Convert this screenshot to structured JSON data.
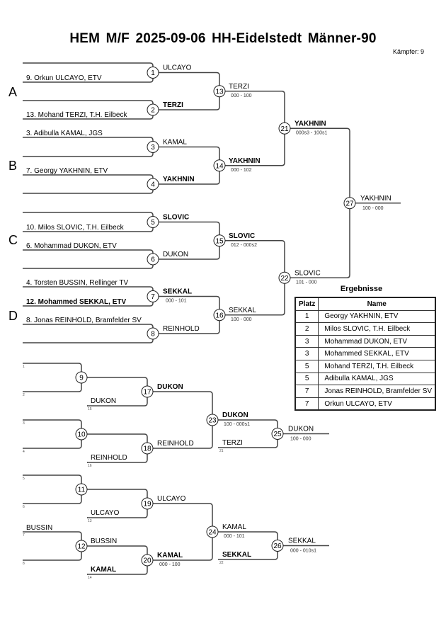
{
  "header": {
    "title": "HEM M/F  2025-09-06  HH-Eidelstedt   Männer-90",
    "fighter_count": "Kämpfer: 9"
  },
  "pools": [
    "A",
    "B",
    "C",
    "D"
  ],
  "main_bracket": {
    "entries": [
      {
        "slot": 1,
        "text": "",
        "bold": false
      },
      {
        "slot": 2,
        "text": "9. Orkun ULCAYO, ETV",
        "bold": false
      },
      {
        "slot": 3,
        "text": "",
        "bold": false
      },
      {
        "slot": 4,
        "text": "13. Mohand TERZI, T.H. Eilbeck",
        "bold": false
      },
      {
        "slot": 5,
        "text": "3. Adibulla KAMAL, JGS",
        "bold": false
      },
      {
        "slot": 6,
        "text": "",
        "bold": false
      },
      {
        "slot": 7,
        "text": "7. Georgy YAKHNIN, ETV",
        "bold": false
      },
      {
        "slot": 8,
        "text": "",
        "bold": false
      },
      {
        "slot": 9,
        "text": "",
        "bold": false
      },
      {
        "slot": 10,
        "text": "10. Milos SLOVIC, T.H. Eilbeck",
        "bold": false
      },
      {
        "slot": 11,
        "text": "6. Mohammad DUKON, ETV",
        "bold": false
      },
      {
        "slot": 12,
        "text": "",
        "bold": false
      },
      {
        "slot": 13,
        "text": "4. Torsten BUSSIN, Rellinger TV",
        "bold": false
      },
      {
        "slot": 14,
        "text": "12. Mohammed SEKKAL, ETV",
        "bold": true
      },
      {
        "slot": 15,
        "text": "8. Jonas REINHOLD, Bramfelder SV",
        "bold": false
      },
      {
        "slot": 16,
        "text": "",
        "bold": false
      }
    ],
    "matches": [
      {
        "no": "1",
        "winner": "ULCAYO",
        "bold": false,
        "score": ""
      },
      {
        "no": "2",
        "winner": "TERZI",
        "bold": true,
        "score": ""
      },
      {
        "no": "3",
        "winner": "KAMAL",
        "bold": false,
        "score": ""
      },
      {
        "no": "4",
        "winner": "YAKHNIN",
        "bold": true,
        "score": ""
      },
      {
        "no": "5",
        "winner": "SLOVIC",
        "bold": true,
        "score": ""
      },
      {
        "no": "6",
        "winner": "DUKON",
        "bold": false,
        "score": ""
      },
      {
        "no": "7",
        "winner": "SEKKAL",
        "bold": true,
        "score": "000 - 101"
      },
      {
        "no": "8",
        "winner": "REINHOLD",
        "bold": false,
        "score": ""
      },
      {
        "no": "13",
        "winner": "TERZI",
        "bold": false,
        "score": "000 - 100"
      },
      {
        "no": "14",
        "winner": "YAKHNIN",
        "bold": true,
        "score": "000 - 102"
      },
      {
        "no": "15",
        "winner": "SLOVIC",
        "bold": true,
        "score": "012 - 000s2"
      },
      {
        "no": "16",
        "winner": "SEKKAL",
        "bold": false,
        "score": "100 - 000"
      },
      {
        "no": "21",
        "winner": "YAKHNIN",
        "bold": true,
        "score": "000s3 - 100s1"
      },
      {
        "no": "22",
        "winner": "SLOVIC",
        "bold": false,
        "score": "101 - 000"
      },
      {
        "no": "27",
        "winner": "YAKHNIN",
        "bold": false,
        "score": "100 - 000"
      }
    ]
  },
  "repechage": {
    "seed_labels": [
      "1",
      "2",
      "3",
      "4",
      "5",
      "6",
      "7",
      "8"
    ],
    "seed_entries": [
      "",
      "",
      "",
      "",
      "",
      "",
      "BUSSIN",
      ""
    ],
    "drop_ins": [
      {
        "ref": "15",
        "name": "DUKON",
        "bold": false
      },
      {
        "ref": "16",
        "name": "REINHOLD",
        "bold": false
      },
      {
        "ref": "13",
        "name": "ULCAYO",
        "bold": false
      },
      {
        "ref": "14",
        "name": "KAMAL",
        "bold": true
      },
      {
        "ref": "21",
        "name": "TERZI",
        "bold": false
      },
      {
        "ref": "22",
        "name": "SEKKAL",
        "bold": true
      }
    ],
    "matches": [
      {
        "no": "9",
        "winner": "",
        "bold": false,
        "score": ""
      },
      {
        "no": "10",
        "winner": "",
        "bold": false,
        "score": ""
      },
      {
        "no": "11",
        "winner": "",
        "bold": false,
        "score": ""
      },
      {
        "no": "12",
        "winner": "BUSSIN",
        "bold": false,
        "score": ""
      },
      {
        "no": "17",
        "winner": "DUKON",
        "bold": true,
        "score": ""
      },
      {
        "no": "18",
        "winner": "REINHOLD",
        "bold": false,
        "score": ""
      },
      {
        "no": "19",
        "winner": "ULCAYO",
        "bold": false,
        "score": ""
      },
      {
        "no": "20",
        "winner": "KAMAL",
        "bold": true,
        "score": "000 - 100"
      },
      {
        "no": "23",
        "winner": "DUKON",
        "bold": true,
        "score": "100 - 000s1"
      },
      {
        "no": "24",
        "winner": "KAMAL",
        "bold": false,
        "score": "000 - 101"
      },
      {
        "no": "25",
        "winner": "DUKON",
        "bold": false,
        "score": "100 - 000"
      },
      {
        "no": "26",
        "winner": "SEKKAL",
        "bold": false,
        "score": "000 - 010s1"
      }
    ]
  },
  "results": {
    "title": "Ergebnisse",
    "headers": [
      "Platz",
      "Name"
    ],
    "rows": [
      {
        "place": "1",
        "name": "Georgy YAKHNIN, ETV"
      },
      {
        "place": "2",
        "name": "Milos SLOVIC, T.H. Eilbeck"
      },
      {
        "place": "3",
        "name": "Mohammad DUKON, ETV"
      },
      {
        "place": "3",
        "name": "Mohammed SEKKAL, ETV"
      },
      {
        "place": "5",
        "name": "Mohand TERZI, T.H. Eilbeck"
      },
      {
        "place": "5",
        "name": "Adibulla KAMAL, JGS"
      },
      {
        "place": "7",
        "name": "Jonas REINHOLD, Bramfelder SV"
      },
      {
        "place": "7",
        "name": "Orkun ULCAYO, ETV"
      }
    ]
  }
}
